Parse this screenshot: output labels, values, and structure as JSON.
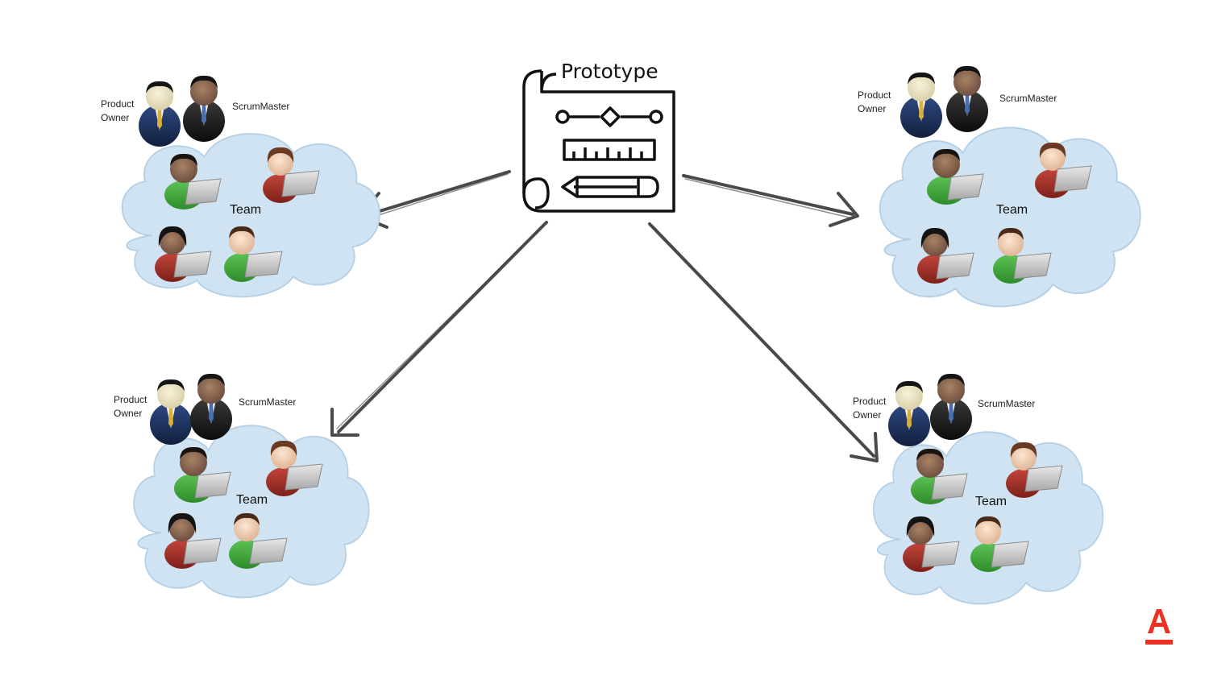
{
  "prototype": {
    "title": "Prototype",
    "icon": "blueprint-icon"
  },
  "brand": {
    "icon": "alfa-logo-icon",
    "color": "#ef3124"
  },
  "colors": {
    "cloud_fill": "#cfe3f2",
    "cloud_stroke": "#a8c6de",
    "arrow": "#4a4a4a",
    "shirt_green": "#3fa53a",
    "shirt_red": "#a8322a",
    "suit_navy": "#1f3563",
    "suit_black": "#1a1a1a"
  },
  "groups": [
    {
      "id": "top-left",
      "product_owner": "Product\nOwner",
      "scrum_master": "ScrumMaster",
      "team": "Team"
    },
    {
      "id": "top-right",
      "product_owner": "Product\nOwner",
      "scrum_master": "ScrumMaster",
      "team": "Team"
    },
    {
      "id": "bottom-left",
      "product_owner": "Product\nOwner",
      "scrum_master": "ScrumMaster",
      "team": "Team"
    },
    {
      "id": "bottom-right",
      "product_owner": "Product\nOwner",
      "scrum_master": "ScrumMaster",
      "team": "Team"
    }
  ]
}
